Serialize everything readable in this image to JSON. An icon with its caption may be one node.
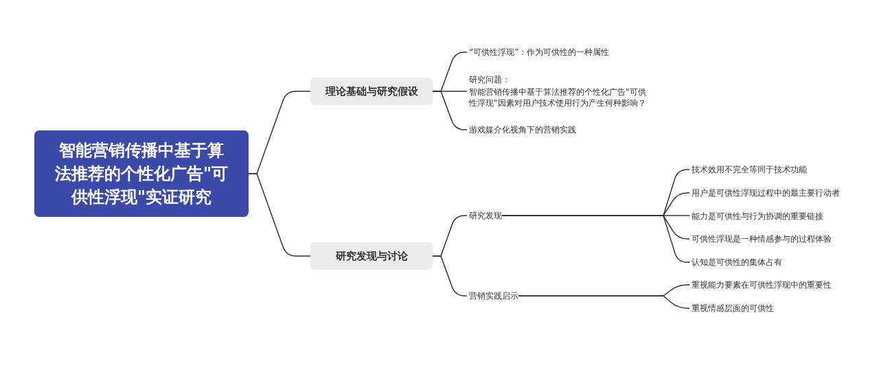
{
  "diagram": {
    "nodes": [
      {
        "text": [
          "智能营销传播中基于算法推荐的个性化广告\"可供性浮现\"实证研究"
        ]
      },
      {
        "text": [
          "理论基础与研究假设"
        ]
      },
      {
        "text": [
          "“可供性浮现”：作为可供性的一种属性"
        ]
      },
      {
        "text": [
          "研究问题：",
          "智能营销传播中基于算法推荐的个性化广告\"可供性浮现\"因素对用户技术使用行为产生何种影响？"
        ]
      },
      {
        "text": [
          "游戏媒介化视角下的营销实践"
        ]
      },
      {
        "text": [
          "研究发现与讨论"
        ]
      },
      {
        "text": [
          "研究发现"
        ]
      },
      {
        "text": [
          "技术效用不完全等同于技术功能"
        ]
      },
      {
        "text": [
          "用户是可供性浮现过程中的最主要行动者"
        ]
      },
      {
        "text": [
          "能力是可供性与行为协调的重要链接"
        ]
      },
      {
        "text": [
          "可供性浮现是一种情感参与的过程体验"
        ]
      },
      {
        "text": [
          "认知是可供性的集体占有"
        ]
      },
      {
        "text": [
          "营销实践启示"
        ]
      },
      {
        "text": [
          "重视能力要素在可供性浮现中的重要性"
        ]
      },
      {
        "text": [
          "重视情感层面的可供性"
        ]
      }
    ],
    "edges": [
      {
        "from": 0,
        "to": 1,
        "arrow": "none"
      },
      {
        "from": 0,
        "to": 5,
        "arrow": "none"
      },
      {
        "from": 1,
        "to": 2,
        "arrow": "none"
      },
      {
        "from": 1,
        "to": 3,
        "arrow": "none"
      },
      {
        "from": 1,
        "to": 4,
        "arrow": "none"
      },
      {
        "from": 5,
        "to": 6,
        "arrow": "none"
      },
      {
        "from": 5,
        "to": 12,
        "arrow": "none"
      },
      {
        "from": 6,
        "to": 7,
        "arrow": "none"
      },
      {
        "from": 6,
        "to": 8,
        "arrow": "none"
      },
      {
        "from": 6,
        "to": 9,
        "arrow": "none"
      },
      {
        "from": 6,
        "to": 10,
        "arrow": "none"
      },
      {
        "from": 6,
        "to": 11,
        "arrow": "none"
      },
      {
        "from": 12,
        "to": 13,
        "arrow": "none"
      },
      {
        "from": 12,
        "to": 14,
        "arrow": "none"
      }
    ]
  }
}
